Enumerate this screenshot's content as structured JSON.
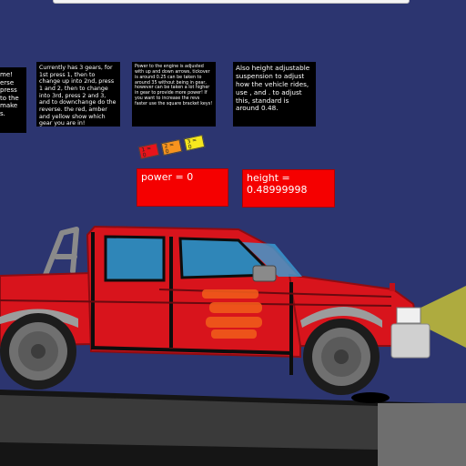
{
  "hud": {
    "instructions": [
      "me! erse press to the make s.",
      "Currently has 3 gears, for 1st press 1, then to change up into 2nd, press 1 and 2, then to change into 3rd, press 2 and 3, and to downchange do the reverse. the red, amber and yellow show which gear you are in!",
      "Power to the engine is adjusted with up and down arrows, tickover is around 0.25 can be taken to around 35 without being in gear, however can be taken a lot higher in gear to provide more power! If you want to increase the revs faster use the square bracket keys!",
      "Also height adjustable suspension to adjust how the vehicle rides, use , and . to adjust this, standard is around 0.48."
    ],
    "gear_labels": [
      "1 = 0",
      "2 = 0",
      "3 = 0"
    ],
    "power_text": "power = 0",
    "height_text": "height = 0.48999998"
  },
  "colors": {
    "background": "#2c3570",
    "truck_body": "#d8141c",
    "window": "#2f86b8",
    "headlight_beam": "#b5b23c",
    "ground": "#3a3a3a",
    "gear_1": "#e8141b",
    "gear_2": "#f7931e",
    "gear_3": "#f7e81e",
    "readout_bg": "#f50000"
  },
  "scene": {
    "objects": [
      "pickup-truck",
      "ground-slab",
      "step-block",
      "headlight-beam",
      "engine-parts",
      "roll-bar"
    ]
  }
}
